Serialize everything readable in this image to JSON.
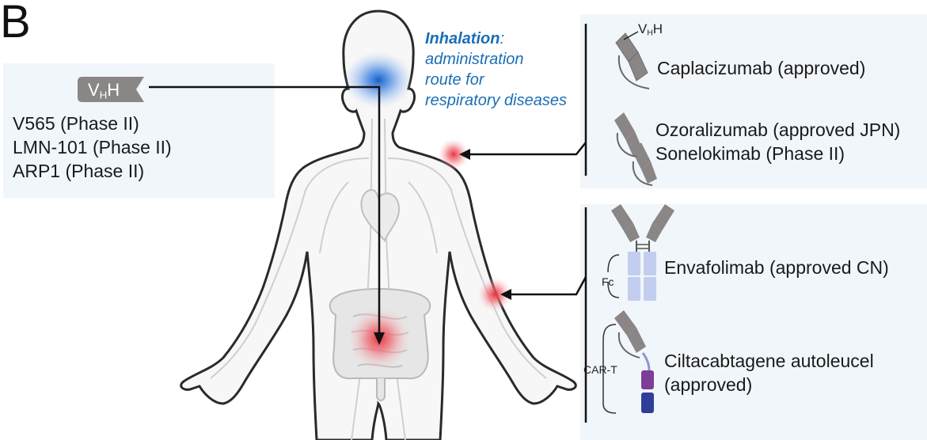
{
  "panel": {
    "letter": "B"
  },
  "inhalation": {
    "title": "Inhalation",
    "colon": ":",
    "lines": [
      "administration",
      "route for",
      "respiratory diseases"
    ]
  },
  "left_box": {
    "tag_main": "V",
    "tag_sub": "H",
    "tag_end": "H",
    "drugs": [
      "V565 (Phase II)",
      "LMN-101 (Phase II)",
      "ARP1 (Phase II)"
    ]
  },
  "top_right": {
    "vhh_main": "V",
    "vhh_sub": "H",
    "vhh_end": "H",
    "drug1": "Caplacizumab (approved)",
    "drug2a": "Ozoralizumab (approved JPN)",
    "drug2b": "Sonelokimab (Phase II)"
  },
  "bottom_right": {
    "fc_label": "Fc",
    "drug3": "Envafolimab (approved CN)",
    "cart_label": "CAR-T",
    "drug4a": "Ciltacabtagene autoleucel",
    "drug4b": "(approved)"
  },
  "colors": {
    "inhalation_blue": "#1b6eb5",
    "hotspot_red": "#e8343e",
    "box_bg": "#f1f6fb",
    "fc_lavender": "#c3cdef",
    "cart_purple": "#7d3d98",
    "cart_blue": "#2f3f98",
    "vhh_gray": "#8a8686"
  }
}
